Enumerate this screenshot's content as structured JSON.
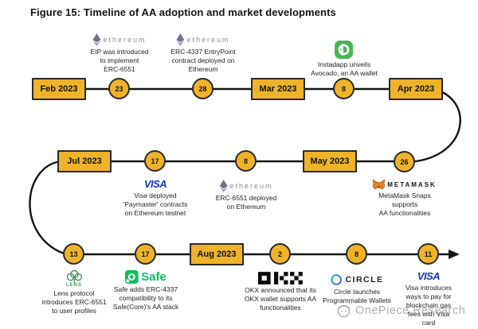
{
  "figure": {
    "title": "Figure 15: Timeline of AA adoption and market developments"
  },
  "months": [
    {
      "label": "Feb 2023"
    },
    {
      "label": "Mar 2023"
    },
    {
      "label": "Apr 2023"
    },
    {
      "label": "Jul 2023"
    },
    {
      "label": "May 2023"
    },
    {
      "label": "Aug 2023"
    }
  ],
  "events": [
    {
      "day": "23",
      "logo": "ethereum",
      "caption": "EIP was introduced\nto implement\nERC-6551"
    },
    {
      "day": "28",
      "logo": "ethereum",
      "caption": "ERC-4337 EntryPoint\ncontract deployed on\nEthereum"
    },
    {
      "day": "8",
      "logo": "instadapp",
      "caption": "Instadapp unveils\nAvocado, an AA wallet"
    },
    {
      "day": "17",
      "logo": "visa",
      "caption": "Visa deployed\n'Paymaster' contracts\non Ethereum testnet"
    },
    {
      "day": "8",
      "logo": "ethereum",
      "caption": "ERC-6551 deployed\non Ethereum"
    },
    {
      "day": "26",
      "logo": "metamask",
      "caption": "MetaMask Snaps supports\nAA functionalities"
    },
    {
      "day": "13",
      "logo": "lens",
      "caption": "Lens protocol\nintroduces ERC-6551\nto user profiles"
    },
    {
      "day": "17",
      "logo": "safe",
      "caption": "Safe adds ERC-4337\ncompatibility to its\nSafe(Core)'s AA stack"
    },
    {
      "day": "2",
      "logo": "okx",
      "caption": "OKX announced that its\nOKX wallet supports AA\nfunctionalities"
    },
    {
      "day": "8",
      "logo": "circle",
      "caption": "Circle launches\nProgrammable Wallets"
    },
    {
      "day": "11",
      "logo": "visa",
      "caption": "Visa introduces\nways to pay for\nblockchain gas\nfees with Visa card"
    }
  ],
  "wordmarks": {
    "ethereum": "ethereum",
    "visa": "VISA",
    "metamask": "METAMASK",
    "safe": "Safe",
    "lens": "LENS",
    "circle": "CIRCLE"
  },
  "watermark": {
    "text": "OnePiece Research"
  },
  "colors": {
    "timeline_yellow": "#EFB32A",
    "outline": "#2A2A2A",
    "visa_blue": "#1B32C4",
    "safe_green": "#10BE61",
    "instadapp_green": "#4CB458",
    "metamask_orange": "#E8821E",
    "circle_teal": "#00B3A4",
    "eth_gray": "#8C8C8C",
    "watermark_gray": "#8F8F8F"
  }
}
